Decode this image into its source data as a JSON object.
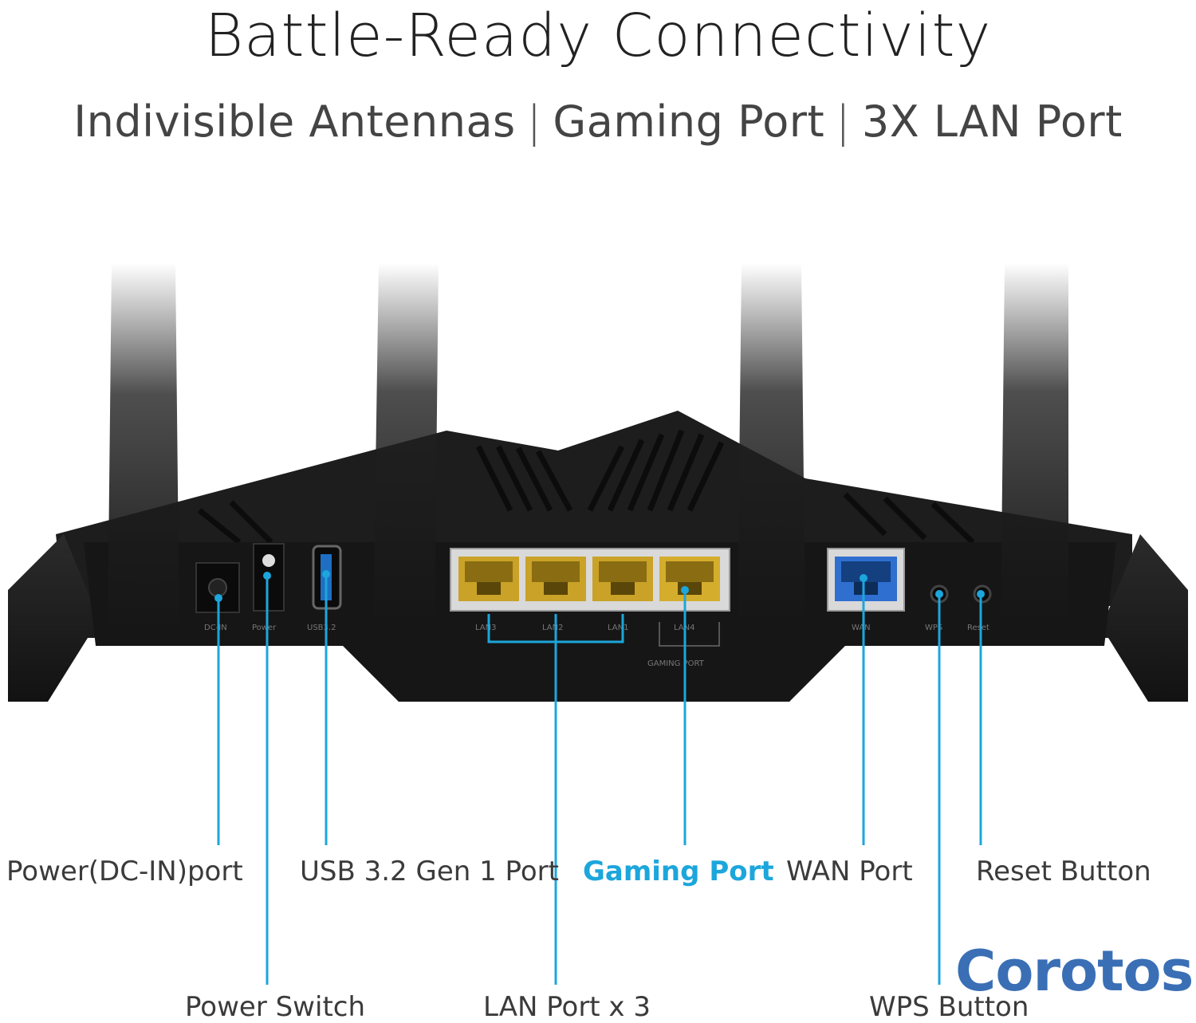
{
  "header": {
    "title": "Battle-Ready Connectivity",
    "features": [
      "Indivisible Antennas",
      "Gaming Port",
      "3X LAN Port"
    ],
    "separator": "|"
  },
  "router": {
    "port_silkscreen": [
      "DC-IN",
      "Power",
      "USB3.2",
      "LAN3",
      "LAN2",
      "LAN1",
      "LAN4",
      "GAMING PORT",
      "WAN",
      "WPS",
      "Reset"
    ]
  },
  "callouts": {
    "power_dcin": "Power(DC-IN)port",
    "usb": "USB 3.2 Gen 1 Port",
    "gaming_port": "Gaming Port",
    "wan": "WAN Port",
    "reset": "Reset Button",
    "power_switch": "Power Switch",
    "lan": "LAN Port x 3",
    "wps": "WPS Button"
  },
  "watermark": "Corotos",
  "colors": {
    "accent": "#1ca6dc",
    "body": "#1b1b1b",
    "lan_port": "#c9a227",
    "wan_port": "#2f6fd0",
    "brand": "#3a6fb5"
  }
}
